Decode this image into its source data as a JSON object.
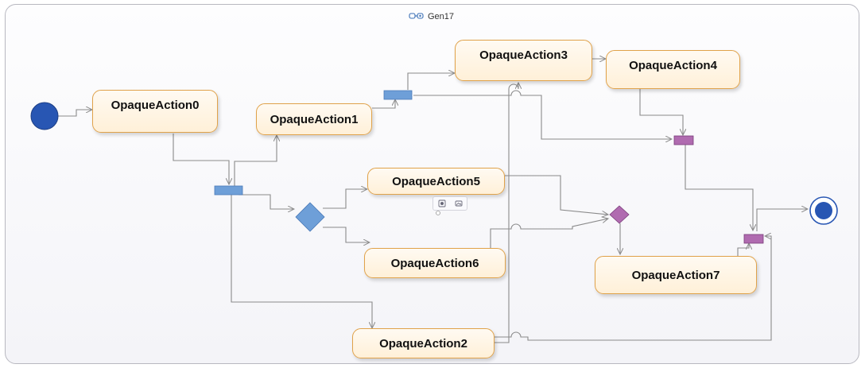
{
  "diagram": {
    "title": "Gen17",
    "title_icon": "activity-diagram-icon"
  },
  "nodes": {
    "initial": {
      "type": "initial-node"
    },
    "final": {
      "type": "activity-final-node"
    },
    "actions": [
      {
        "id": "action0",
        "label": "OpaqueAction0"
      },
      {
        "id": "action1",
        "label": "OpaqueAction1"
      },
      {
        "id": "action2",
        "label": "OpaqueAction2"
      },
      {
        "id": "action3",
        "label": "OpaqueAction3"
      },
      {
        "id": "action4",
        "label": "OpaqueAction4"
      },
      {
        "id": "action5",
        "label": "OpaqueAction5"
      },
      {
        "id": "action6",
        "label": "OpaqueAction6"
      },
      {
        "id": "action7",
        "label": "OpaqueAction7"
      }
    ],
    "forks": [
      "fork-a",
      "fork-b"
    ],
    "joins": [
      "join-a",
      "join-b"
    ],
    "decision": "decision-node",
    "merge": "merge-node"
  },
  "colors": {
    "initial_fill": "#2856b3",
    "fork_fill": "#6e9fd8",
    "join_fill": "#b06bb0",
    "decision_fill": "#6e9fd8",
    "merge_fill": "#b06bb0",
    "action_border": "#e0a24a",
    "action_fill": "#fff3de",
    "edge_stroke": "#8a8a8a"
  },
  "mini_toolbar": {
    "icons": [
      "pin-icon",
      "image-icon"
    ]
  }
}
